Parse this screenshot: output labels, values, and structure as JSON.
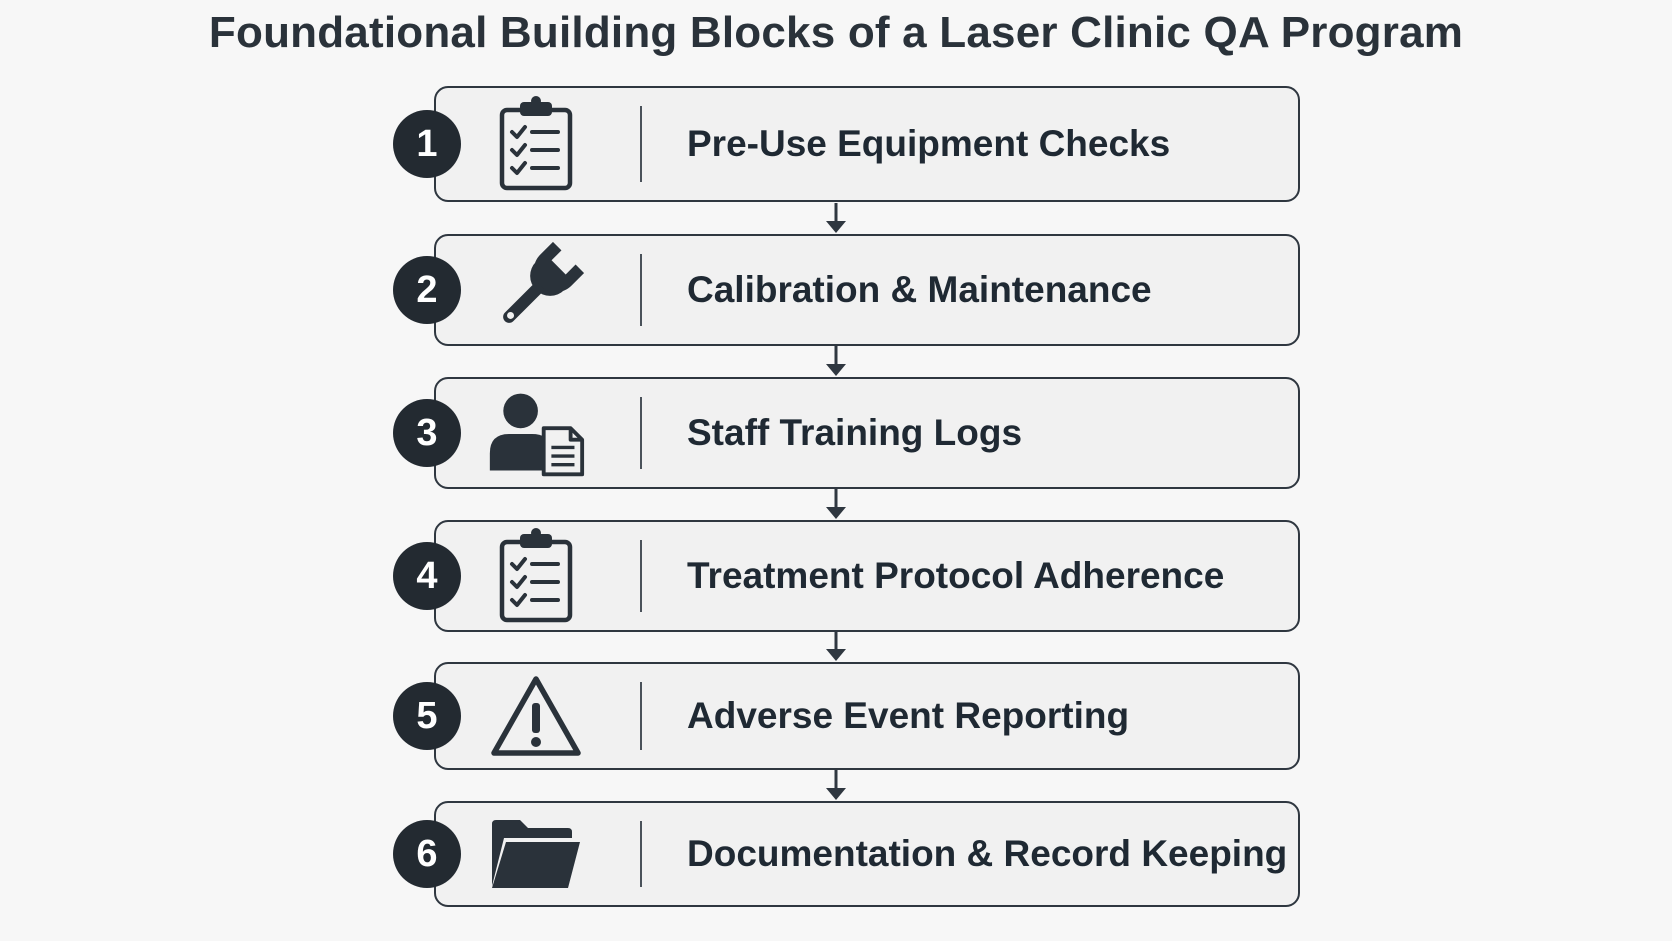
{
  "title": "Foundational Building Blocks of a Laser Clinic QA Program",
  "steps": [
    {
      "number": "1",
      "label": "Pre-Use Equipment Checks",
      "icon": "clipboard-checklist-icon"
    },
    {
      "number": "2",
      "label": "Calibration & Maintenance",
      "icon": "wrench-icon"
    },
    {
      "number": "3",
      "label": "Staff Training Logs",
      "icon": "person-document-icon"
    },
    {
      "number": "4",
      "label": "Treatment Protocol Adherence",
      "icon": "clipboard-checklist-icon"
    },
    {
      "number": "5",
      "label": "Adverse Event Reporting",
      "icon": "warning-triangle-icon"
    },
    {
      "number": "6",
      "label": "Documentation & Record Keeping",
      "icon": "folder-icon"
    }
  ],
  "colors": {
    "background": "#f7f7f7",
    "box_fill": "#f1f1f1",
    "outline": "#2f3740",
    "number_circle": "#232a31",
    "text": "#1f2933"
  }
}
